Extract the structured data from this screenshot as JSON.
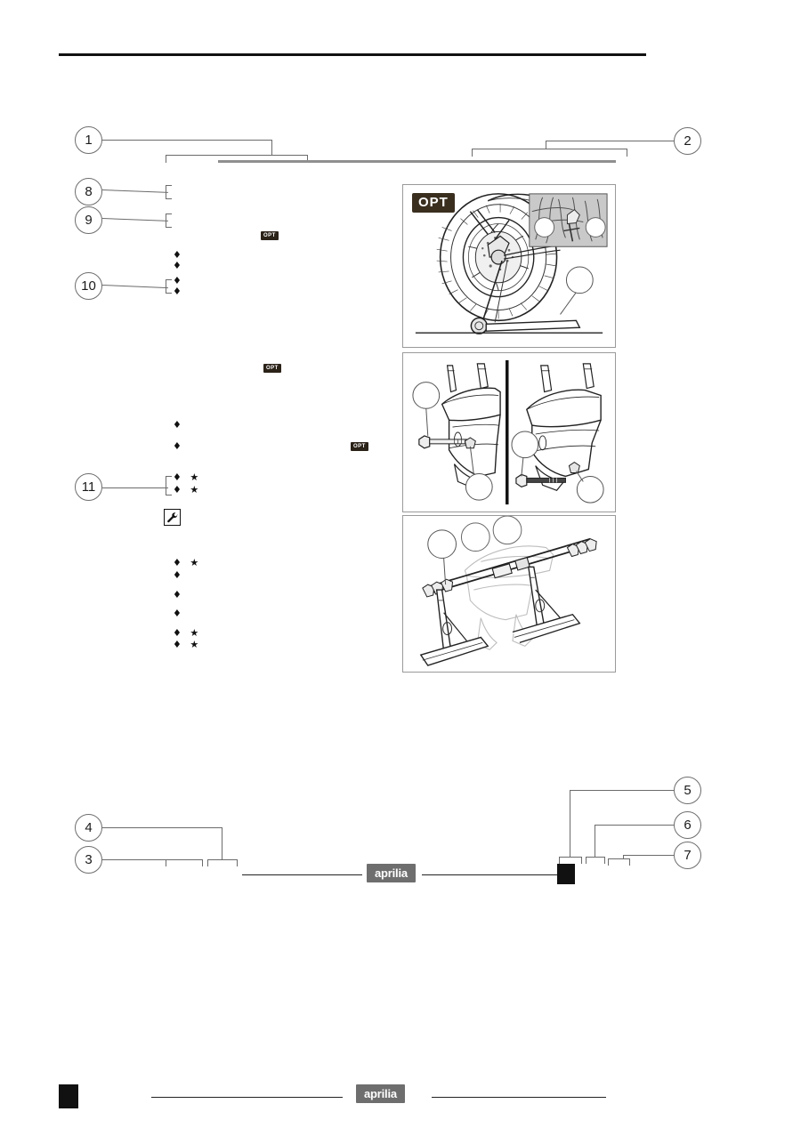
{
  "document": {
    "brand": "aprilia",
    "page_type": "exploded-view callout diagram"
  },
  "callouts": [
    {
      "id": "c1",
      "number": "1"
    },
    {
      "id": "c2",
      "number": "2"
    },
    {
      "id": "c3",
      "number": "3"
    },
    {
      "id": "c4",
      "number": "4"
    },
    {
      "id": "c5",
      "number": "5"
    },
    {
      "id": "c6",
      "number": "6"
    },
    {
      "id": "c7",
      "number": "7"
    },
    {
      "id": "c8",
      "number": "8"
    },
    {
      "id": "c9",
      "number": "9"
    },
    {
      "id": "c10",
      "number": "10"
    },
    {
      "id": "c11",
      "number": "11"
    }
  ],
  "badges": {
    "opt_label": "OPT",
    "opt_small_1": "OPT",
    "opt_small_2": "OPT",
    "opt_small_3": "OPT",
    "aprilia_mid": "aprilia",
    "aprilia_footer": "aprilia"
  },
  "markers": {
    "m1": "♦",
    "m2": "♦",
    "m3": "♦",
    "m4": "♦",
    "m5": "♦",
    "m6": "♦",
    "m7": "♦ ★",
    "m8": "♦ ★",
    "m9": "♦ ★",
    "m10": "♦",
    "m11": "♦",
    "m12": "♦",
    "m13": "♦ ★",
    "m14": "♦ ★"
  },
  "icons": {
    "wrench": "wrench-icon"
  },
  "figures": [
    {
      "id": "fig1",
      "caption_badge": "OPT",
      "subject": "rear wheel on paddock stand with brake caliper inset"
    },
    {
      "id": "fig2",
      "subject": "swingarm pivot bolt — left and right views"
    },
    {
      "id": "fig3",
      "subject": "engine support stand assembly"
    }
  ],
  "colors": {
    "rule_dark": "#111111",
    "rule_gray": "#8f8f8f",
    "leader": "#6b6b6b",
    "badge_dark": "#2b2218",
    "brand_gray": "#6e6e6e"
  }
}
